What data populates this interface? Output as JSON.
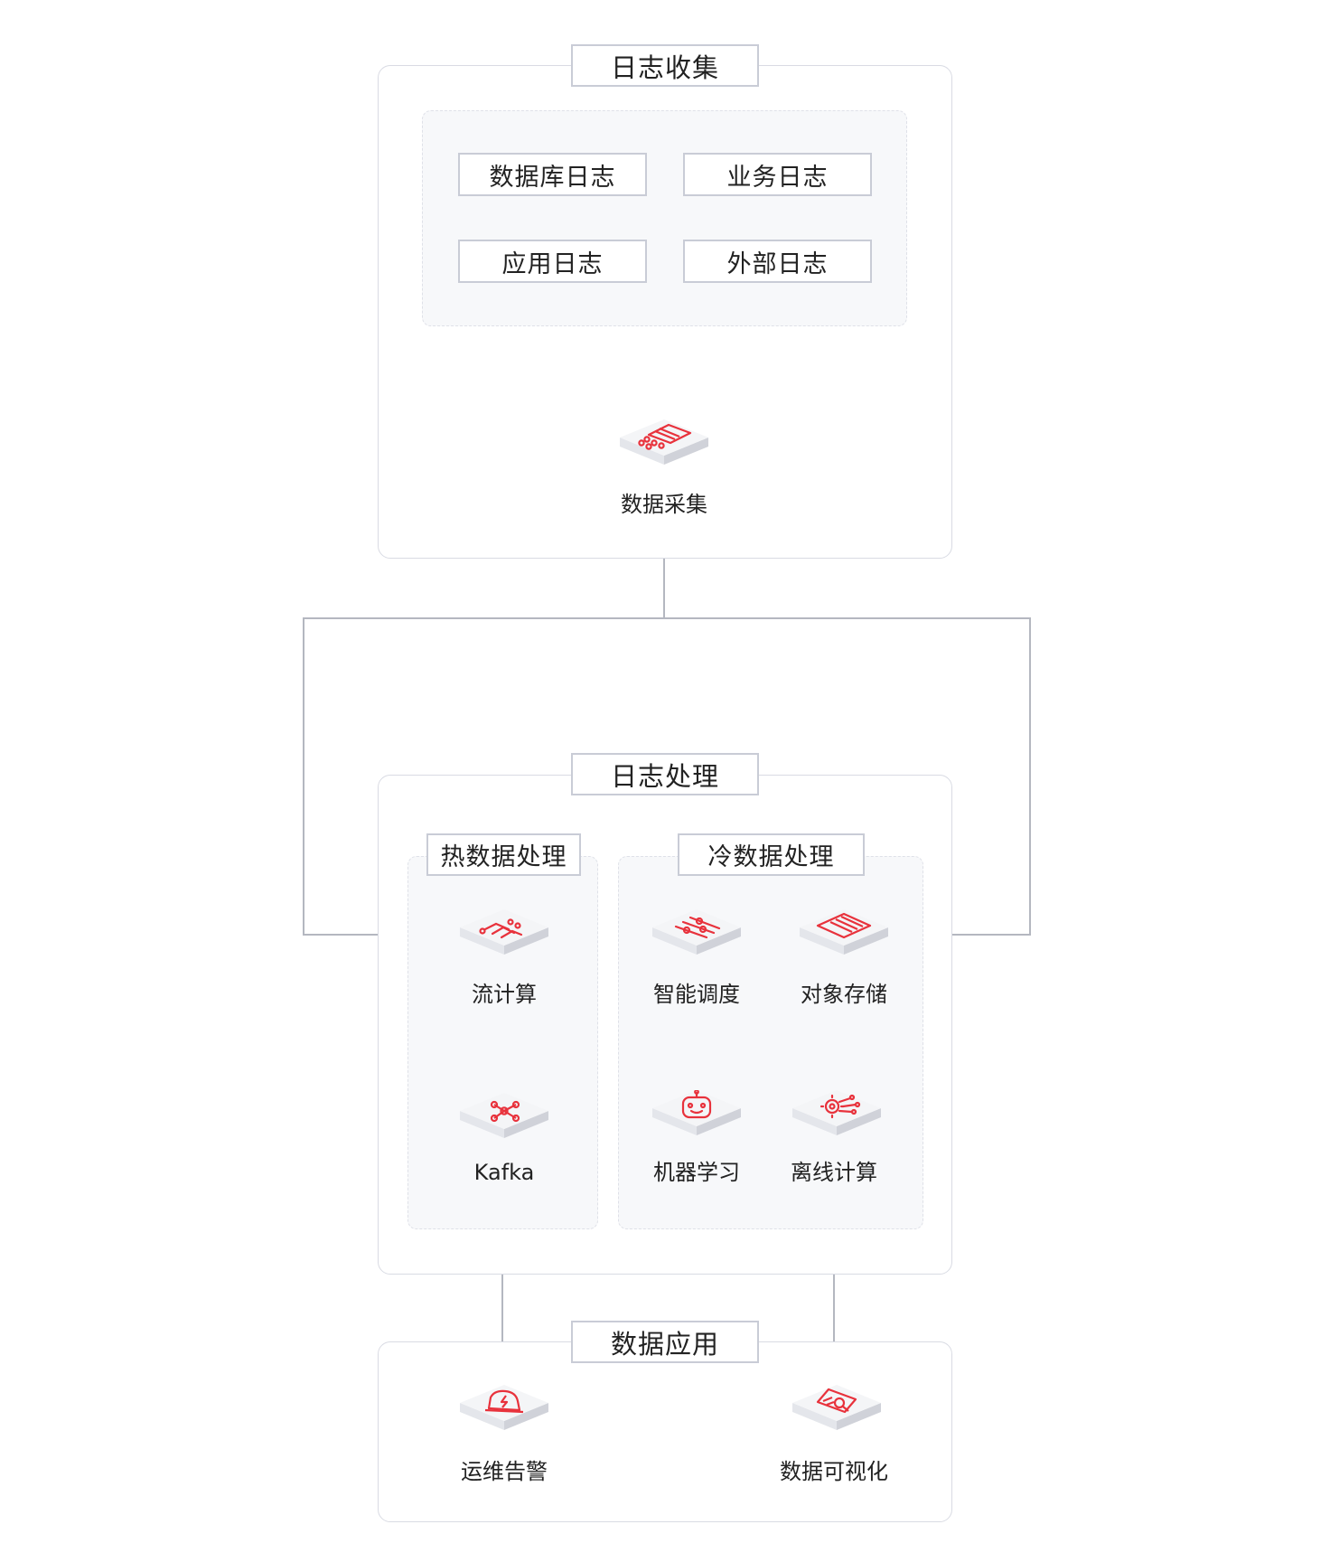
{
  "sections": {
    "collect": {
      "title": "日志收集"
    },
    "process": {
      "title": "日志处理"
    },
    "apply": {
      "title": "数据应用"
    }
  },
  "log_sources": [
    "数据库日志",
    "业务日志",
    "应用日志",
    "外部日志"
  ],
  "subsections": {
    "hot": "热数据处理",
    "cold": "冷数据处理"
  },
  "nodes": {
    "collect": {
      "label": "数据采集",
      "icon": "server-rack-icon"
    },
    "stream": {
      "label": "流计算",
      "icon": "stream-compute-icon"
    },
    "kafka": {
      "label": "Kafka",
      "icon": "kafka-cluster-icon"
    },
    "schedule": {
      "label": "智能调度",
      "icon": "slider-controls-icon"
    },
    "storage": {
      "label": "对象存储",
      "icon": "object-storage-icon"
    },
    "ml": {
      "label": "机器学习",
      "icon": "robot-icon"
    },
    "offline": {
      "label": "离线计算",
      "icon": "gear-circuit-icon"
    },
    "alert": {
      "label": "运维告警",
      "icon": "alarm-bell-icon"
    },
    "viz": {
      "label": "数据可视化",
      "icon": "data-dashboard-icon"
    }
  },
  "colors": {
    "accent": "#e8323c",
    "line": "#b4b7c0",
    "border": "#d9dbe3"
  }
}
